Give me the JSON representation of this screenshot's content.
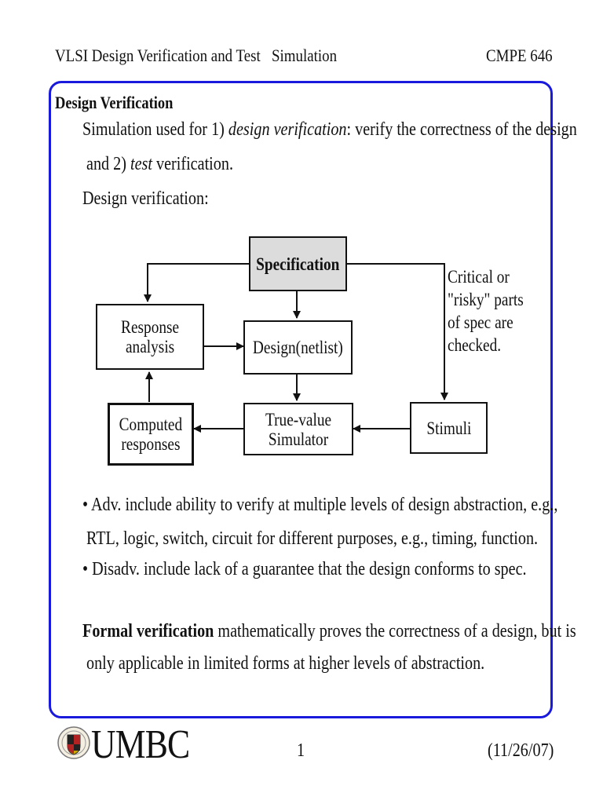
{
  "header": {
    "course": "VLSI Design Verification and Test",
    "topic": "Simulation",
    "code": "CMPE 646"
  },
  "slide": {
    "heading": "Design Verification",
    "intro_line1_pre": "Simulation used for 1) ",
    "intro_line1_em": "design verification",
    "intro_line1_post": ": verify the correctness of the design",
    "intro_line2_pre": "and 2) ",
    "intro_line2_em": "test",
    "intro_line2_post": " verification.",
    "subheading": "Design verification:",
    "diagram": {
      "specification": "Specification",
      "response_analysis": "Response\nanalysis",
      "design_netlist": "Design(netlist)",
      "computed_responses": "Computed\nresponses",
      "true_value_simulator": "True-value\nSimulator",
      "stimuli": "Stimuli",
      "note": "Critical or\n\"risky\" parts\nof spec are\nchecked."
    },
    "bullets": [
      "• Adv. include ability to verify at multiple levels of design abstraction, e.g.,",
      "RTL, logic, switch, circuit for different purposes, e.g., timing, function.",
      "• Disadv. include lack of a guarantee that the design conforms to spec."
    ],
    "formal_bold": "Formal verification",
    "formal_line1": " mathematically proves the correctness of a design, but is",
    "formal_line2": "only applicable in limited forms at higher levels of abstraction."
  },
  "footer": {
    "logo": "UMBC",
    "page": "1",
    "date": "(11/26/07)"
  },
  "colors": {
    "frame": "#1a1adc",
    "spec_fill": "#dcdcdc"
  }
}
